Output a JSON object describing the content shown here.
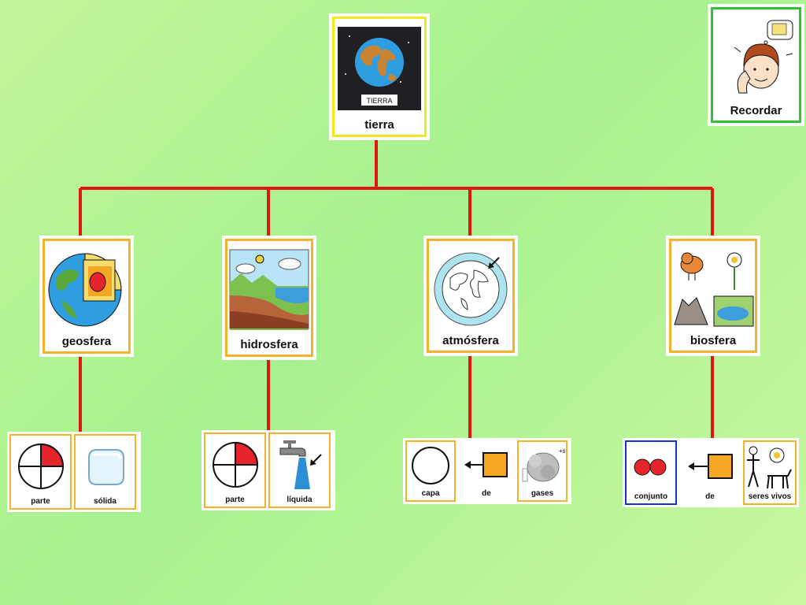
{
  "root": {
    "label": "tierra",
    "inner_caption": "TIERRA"
  },
  "remember": {
    "label": "Recordar"
  },
  "spheres": [
    {
      "id": "geosfera",
      "label": "geosfera",
      "icon": "earth-core-icon"
    },
    {
      "id": "hidrosfera",
      "label": "hidrosfera",
      "icon": "landscape-water-icon"
    },
    {
      "id": "atmosfera",
      "label": "atmósfera",
      "icon": "globe-atmosphere-icon"
    },
    {
      "id": "biosfera",
      "label": "biosfera",
      "icon": "living-beings-icon"
    }
  ],
  "definitions": [
    {
      "sphere": "geosfera",
      "words": [
        "parte",
        "sólida"
      ]
    },
    {
      "sphere": "hidrosfera",
      "words": [
        "parte",
        "líquida"
      ]
    },
    {
      "sphere": "atmosfera",
      "words": [
        "capa",
        "de",
        "gases"
      ]
    },
    {
      "sphere": "biosfera",
      "words": [
        "conjunto",
        "de",
        "seres vivos"
      ]
    }
  ],
  "colors": {
    "connector": "#e01616",
    "card_border": "#f4b329",
    "root_border": "#f3e81c",
    "remember_border": "#2fc42f"
  }
}
